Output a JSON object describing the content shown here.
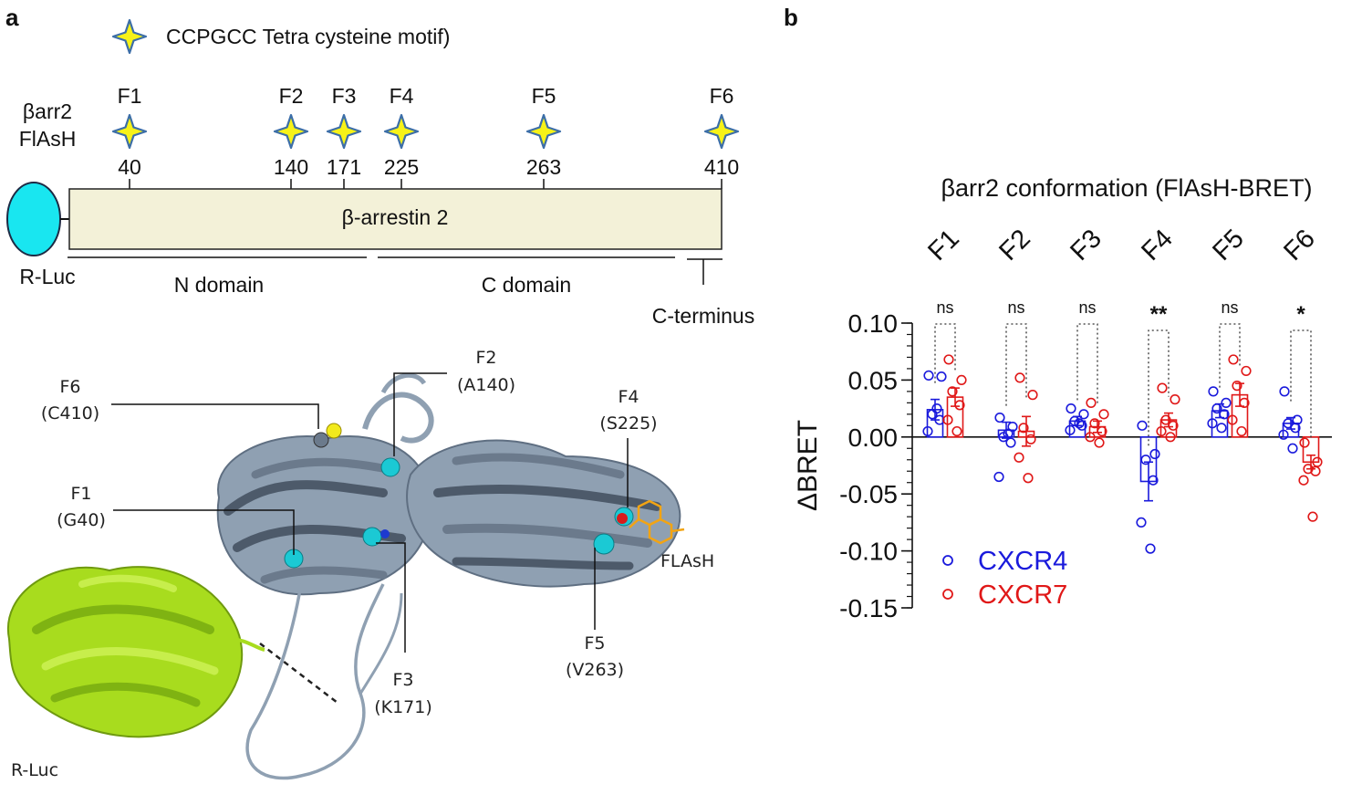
{
  "panel_a": {
    "label": "a",
    "legend_text": "CCPGCC Tetra cysteine motif)",
    "construct_label_line1": "βarr2",
    "construct_label_line2": "FlAsH",
    "sites": [
      {
        "name": "F1",
        "position": "40"
      },
      {
        "name": "F2",
        "position": "140"
      },
      {
        "name": "F3",
        "position": "171"
      },
      {
        "name": "F4",
        "position": "225"
      },
      {
        "name": "F5",
        "position": "263"
      },
      {
        "name": "F6",
        "position": "410"
      }
    ],
    "protein_label": "β-arrestin 2",
    "rluc_label": "R-Luc",
    "domains": [
      "N domain",
      "C domain",
      "C-terminus"
    ],
    "structure_labels": [
      {
        "name": "F6",
        "residue": "(C410)"
      },
      {
        "name": "F2",
        "residue": "(A140)"
      },
      {
        "name": "F4",
        "residue": "(S225)"
      },
      {
        "name": "F1",
        "residue": "(G40)"
      },
      {
        "name": "F5",
        "residue": "(V263)"
      },
      {
        "name": "F3",
        "residue": "(K171)"
      }
    ],
    "flash_label": "FLAsH",
    "rluc_structure_label": "R-Luc",
    "colors": {
      "star": "#f7f218",
      "star_edge": "#3c6ea8",
      "rluc": "#19e6f0",
      "protein_bar": "#f3f1d8",
      "rluc_structure": "#a8dc1e",
      "arrestin_structure": "#8fa0b2"
    }
  },
  "panel_b": {
    "label": "b",
    "chart_data": {
      "type": "bar",
      "title": "βarr2 conformation (FlAsH-BRET)",
      "ylabel": "ΔBRET",
      "categories": [
        "F1",
        "F2",
        "F3",
        "F4",
        "F5",
        "F6"
      ],
      "ylim": [
        -0.15,
        0.1
      ],
      "yticks": [
        "0.10",
        "0.05",
        "0.00",
        "-0.05",
        "-0.10",
        "-0.15"
      ],
      "ytick_values": [
        0.1,
        0.05,
        0.0,
        -0.05,
        -0.1,
        -0.15
      ],
      "significance": [
        "ns",
        "ns",
        "ns",
        "**",
        "ns",
        "*"
      ],
      "series": [
        {
          "name": "CXCR4",
          "color": "#1a1adc",
          "means": [
            0.024,
            0.006,
            0.014,
            -0.039,
            0.023,
            0.012
          ],
          "sem": [
            0.009,
            0.007,
            0.004,
            0.017,
            0.006,
            0.005
          ],
          "points": [
            [
              0.054,
              0.053,
              0.02,
              0.015,
              0.005,
              0.025
            ],
            [
              0.017,
              0.009,
              0.0,
              -0.005,
              -0.035,
              0.003
            ],
            [
              0.025,
              0.02,
              0.014,
              0.01,
              0.006,
              0.012
            ],
            [
              0.01,
              -0.015,
              -0.02,
              -0.038,
              -0.075,
              -0.098
            ],
            [
              0.04,
              0.03,
              0.025,
              0.02,
              0.012,
              0.008
            ],
            [
              0.04,
              0.015,
              0.012,
              0.008,
              0.002,
              -0.01
            ]
          ]
        },
        {
          "name": "CXCR7",
          "color": "#e01818",
          "means": [
            0.035,
            0.005,
            0.009,
            0.015,
            0.037,
            -0.022
          ],
          "sem": [
            0.008,
            0.013,
            0.005,
            0.006,
            0.01,
            0.006
          ],
          "points": [
            [
              0.068,
              0.05,
              0.04,
              0.028,
              0.015,
              0.005
            ],
            [
              0.052,
              0.037,
              0.008,
              -0.002,
              -0.018,
              -0.036
            ],
            [
              0.03,
              0.02,
              0.012,
              0.005,
              0.0,
              -0.005
            ],
            [
              0.043,
              0.033,
              0.015,
              0.01,
              0.005,
              0.0
            ],
            [
              0.068,
              0.058,
              0.045,
              0.03,
              0.015,
              0.005
            ],
            [
              -0.005,
              -0.022,
              -0.028,
              -0.03,
              -0.038,
              -0.07
            ]
          ]
        }
      ],
      "legend_position": "bottom-left"
    }
  }
}
